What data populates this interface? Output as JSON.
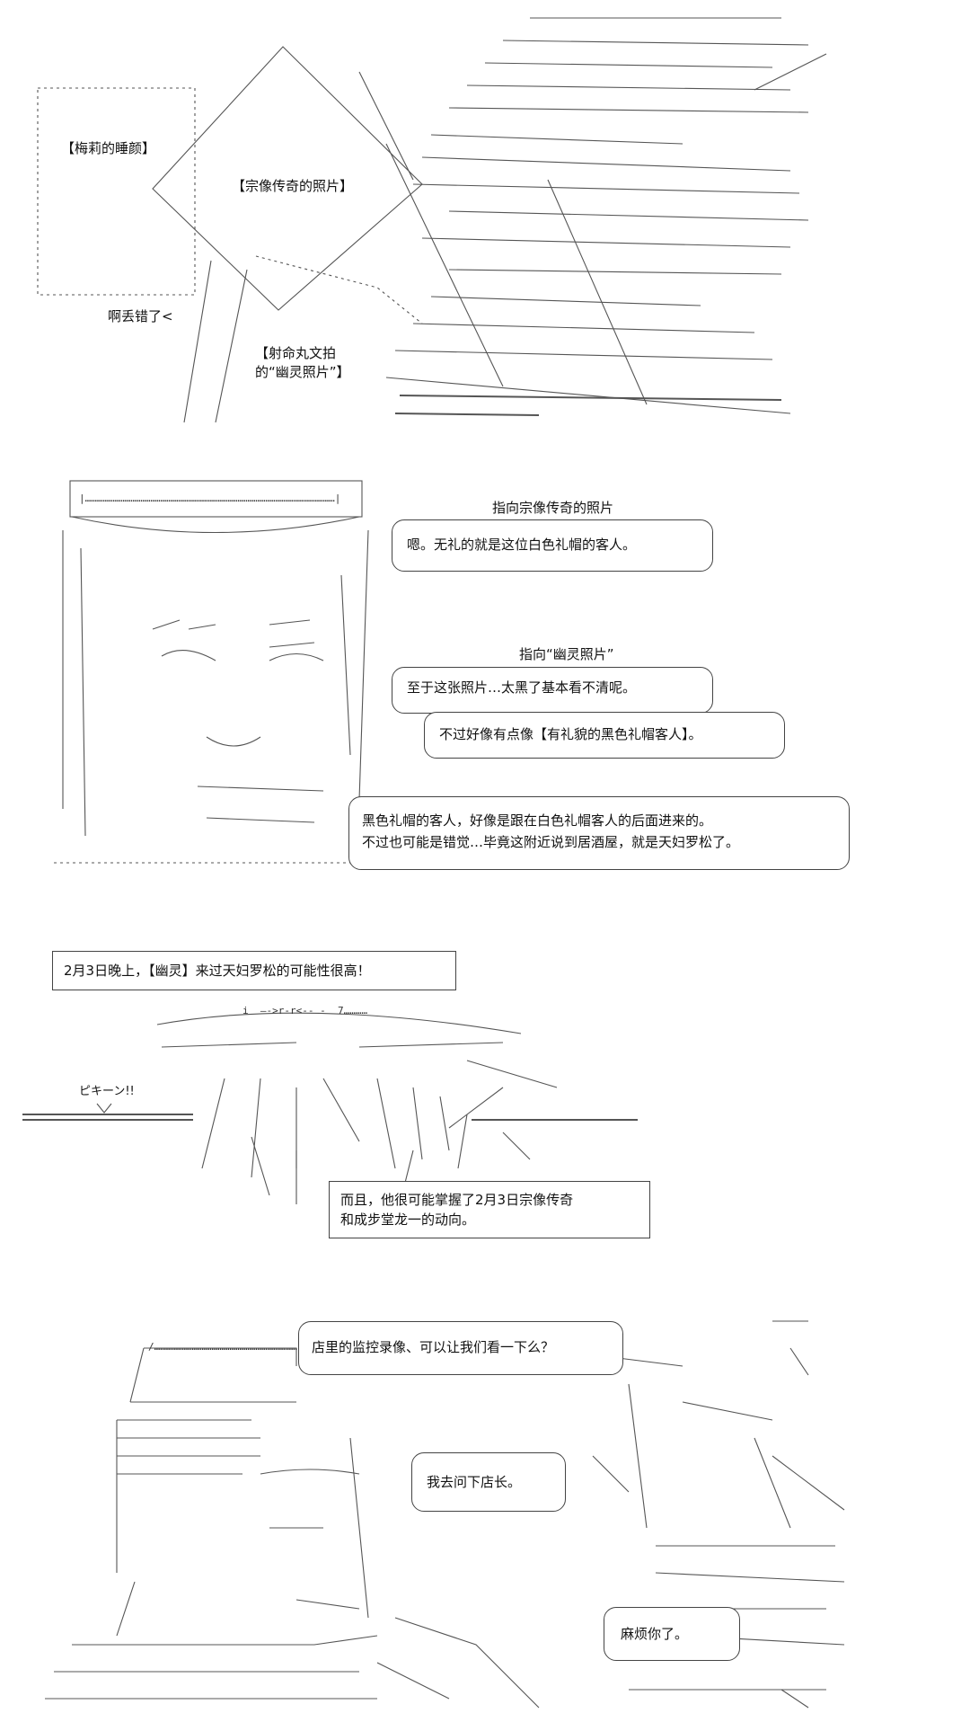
{
  "panel1": {
    "label_meiri": "【梅莉的睡颜】",
    "label_soukou": "【宗像传奇的照片】",
    "label_oops": "啊丢错了<",
    "label_aya_line1": "【射命丸文拍",
    "label_aya_line2": "的“幽灵照片”】"
  },
  "panel2": {
    "caption_1": "指向宗像传奇的照片",
    "bubble_1": "嗯。无礼的就是这位白色礼帽的客人。",
    "caption_2": "指向“幽灵照片”",
    "bubble_2": "至于这张照片…太黑了基本看不清呢。",
    "bubble_3": "不过好像有点像【有礼貌的黑色礼帽客人】。",
    "bubble_4_line1": "黑色礼帽的客人，好像是跟在白色礼帽客人的后面进来的。",
    "bubble_4_line2": "不过也可能是错觉…毕竟这附近说到居酒屋，就是天妇罗松了。"
  },
  "panel3": {
    "narration_1": "2月3日晚上，【幽灵】来过天妇罗松的可能性很高！",
    "sfx": "ピキーン!!",
    "narration_2_line1": "而且，他很可能掌握了2月3日宗像传奇",
    "narration_2_line2": "和成步堂龙一的动向。"
  },
  "panel4": {
    "bubble_1": "店里的监控录像、可以让我们看一下么？",
    "bubble_2": "我去问下店长。",
    "bubble_3": "麻烦你了。"
  }
}
